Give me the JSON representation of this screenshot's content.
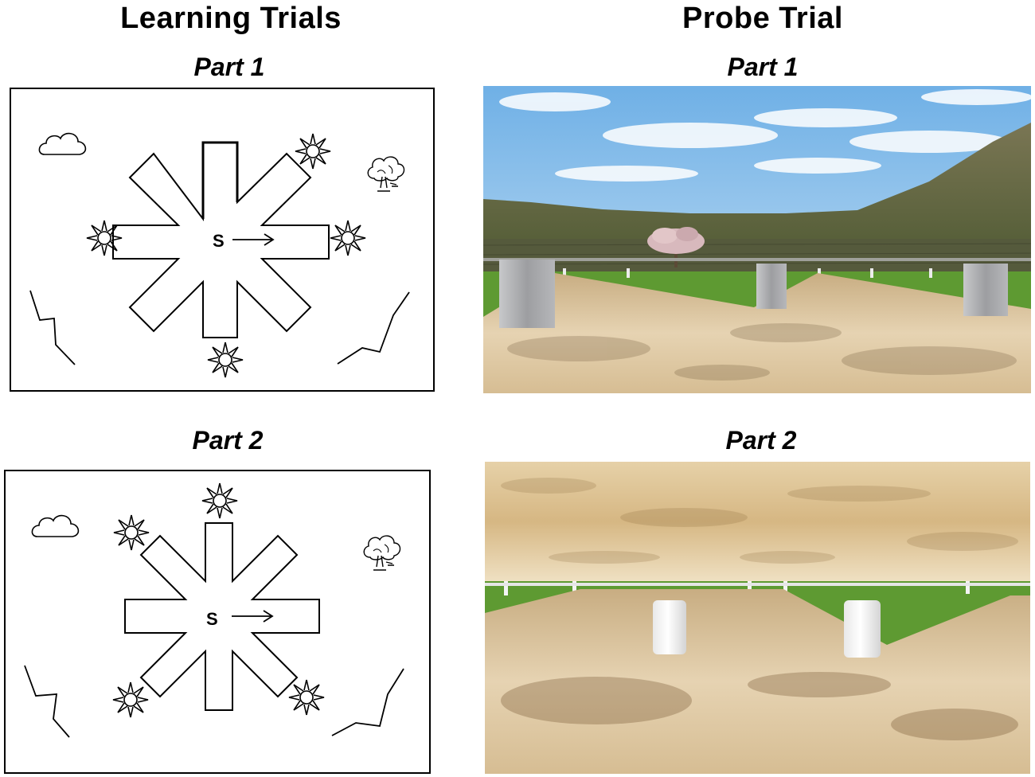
{
  "headers": {
    "learning": "Learning Trials",
    "probe": "Probe Trial"
  },
  "learning": {
    "part1": {
      "title": "Part 1",
      "start_label": "S"
    },
    "part2": {
      "title": "Part 2",
      "start_label": "S"
    }
  },
  "probe": {
    "part1": {
      "title": "Part 1"
    },
    "part2": {
      "title": "Part 2"
    }
  },
  "icons": [
    "cloud-icon",
    "tree-icon",
    "sun-icon",
    "mountain-line-icon"
  ],
  "colors": {
    "sky": "#8fc3ec",
    "grass": "#5e9a32",
    "ground": "#d8c09a",
    "pillar": "#a9aaad",
    "hill": "#6e6a4a"
  }
}
